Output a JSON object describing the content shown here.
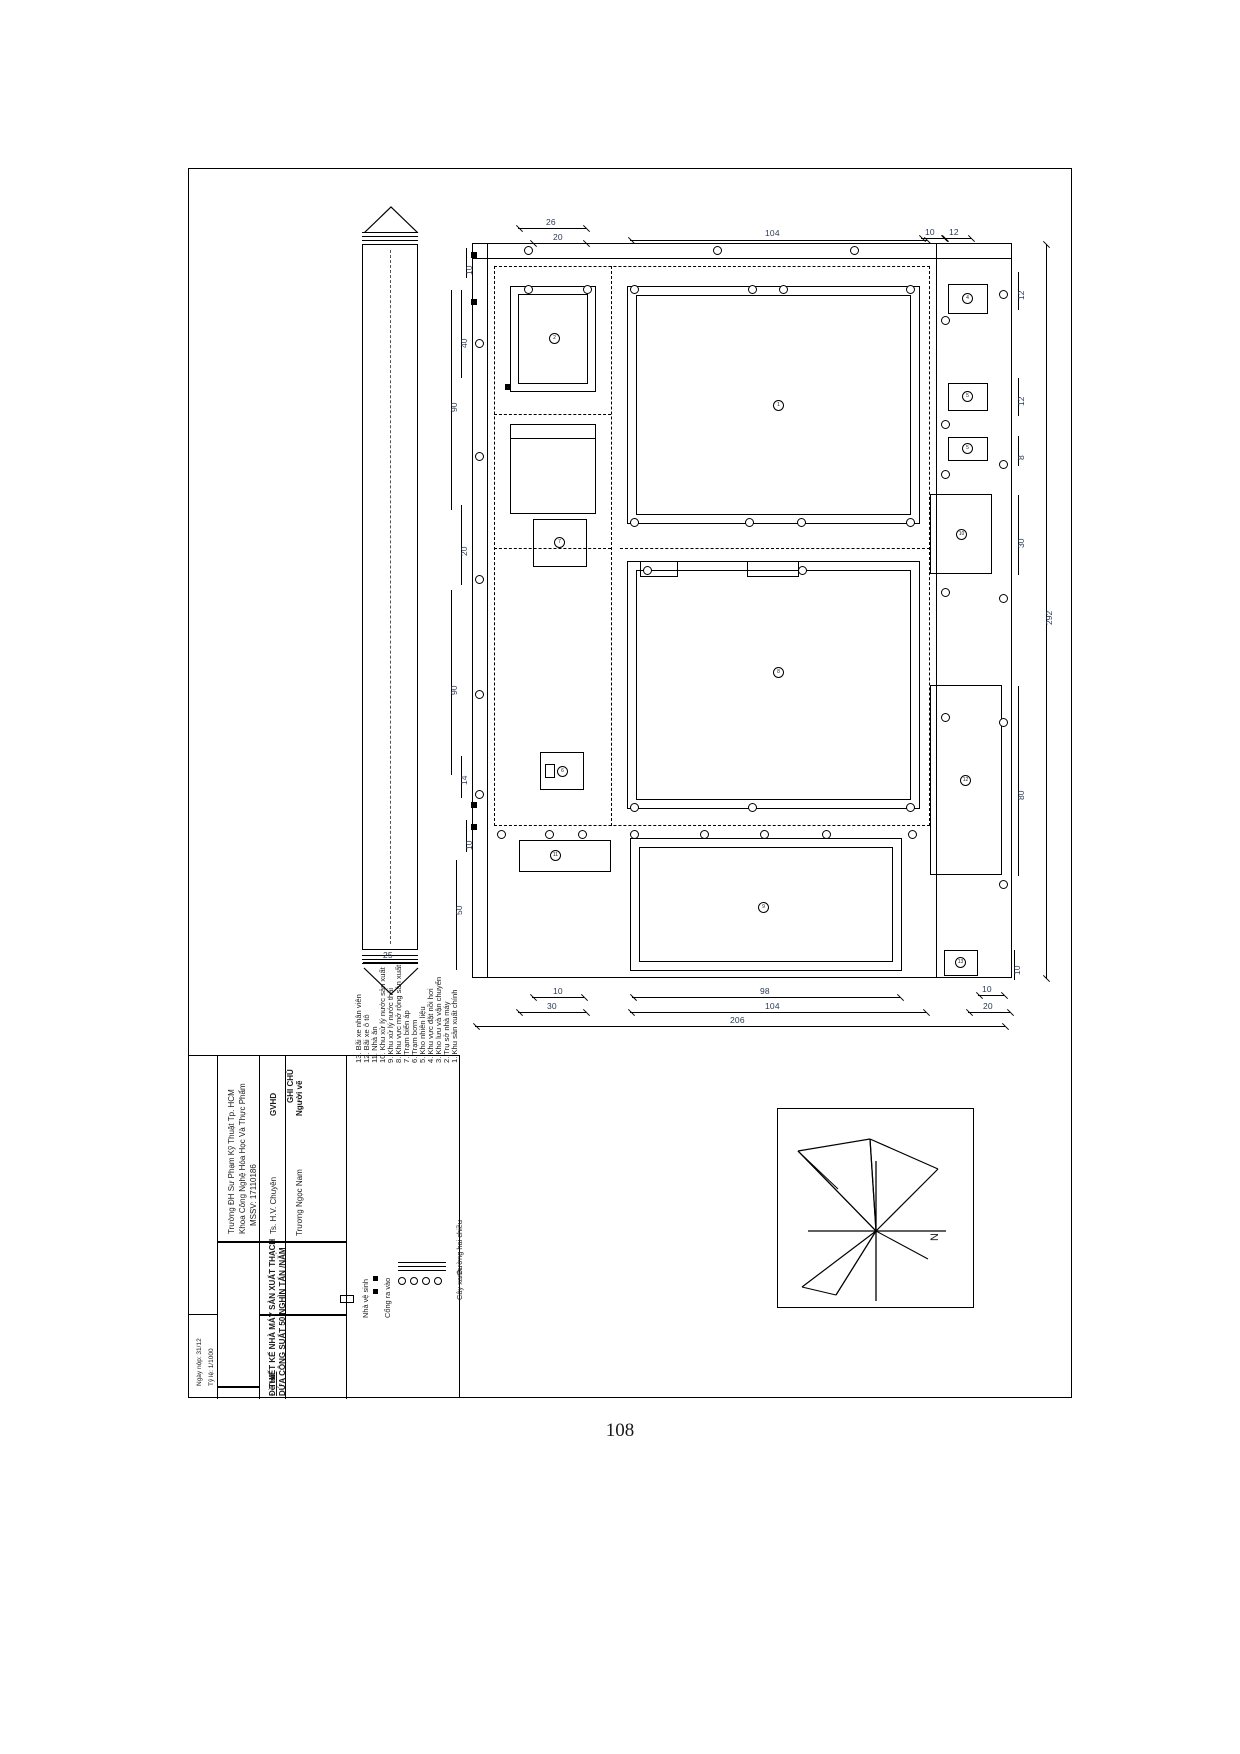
{
  "document": {
    "page_number": "108",
    "type": "architectural-site-plan"
  },
  "drawing": {
    "notes_title": "GHI CHÚ",
    "notes": [
      "1. Khu sản xuất chính",
      "2. Trụ sở nhà máy",
      "3. Kho lưu và vận chuyển",
      "4. Khu vực đặt nồi hơi",
      "5. Kho nhiên liệu",
      "6. Trạm bơm",
      "7. Trạm biến áp",
      "8. Khu vực mở rộng sản xuất",
      "9. Khu xử lý nước thải",
      "10. Khu xử lý nước sản xuất",
      "11. Nhà ăn",
      "12. Bãi xe ô tô",
      "13. Bãi xe nhân viên"
    ],
    "legend": [
      {
        "label": "Đường hai chiều",
        "symbol": "road-lines"
      },
      {
        "label": "Cây xanh",
        "symbol": "tree-circles"
      },
      {
        "label": "Cổng ra vào",
        "symbol": "gate-squares"
      },
      {
        "label": "Nhà vệ sinh",
        "symbol": "wc-box"
      }
    ],
    "compass": {
      "north_label": "N"
    }
  },
  "title_block": {
    "rows": [
      {
        "label": "Người vẽ",
        "value": "Trương Ngọc Nam"
      },
      {
        "label": "GVHD",
        "value": "Ts. H.V. Chuyên"
      }
    ],
    "school_lines": [
      "Trường ĐH Sư Phạm Kỹ Thuật Tp. HCM",
      "Khoa Công Nghệ Hóa Học Và Thực Phẩm",
      "MSSV: 17110186"
    ],
    "project_label": "Đề tài:",
    "project_title_line1": "THIẾT KẾ NHÀ MÁY SẢN XUẤT THẠCH",
    "project_title_line2": "DỨA CÔNG SUẤT 50 NGHÌN TẤN /NĂM",
    "date_label": "Ngày nộp: 31/12",
    "scale_label": "Tỷ lệ: 1/1000"
  },
  "dimensions": {
    "top": [
      "26",
      "20",
      "104",
      "10",
      "12"
    ],
    "right": [
      "12",
      "12",
      "8",
      "30",
      "80",
      "10",
      "292"
    ],
    "left": [
      "10",
      "40",
      "90",
      "20",
      "90",
      "14",
      "10",
      "50",
      "25"
    ],
    "bottom": [
      "10",
      "30",
      "98",
      "104",
      "10",
      "20",
      "206"
    ]
  }
}
